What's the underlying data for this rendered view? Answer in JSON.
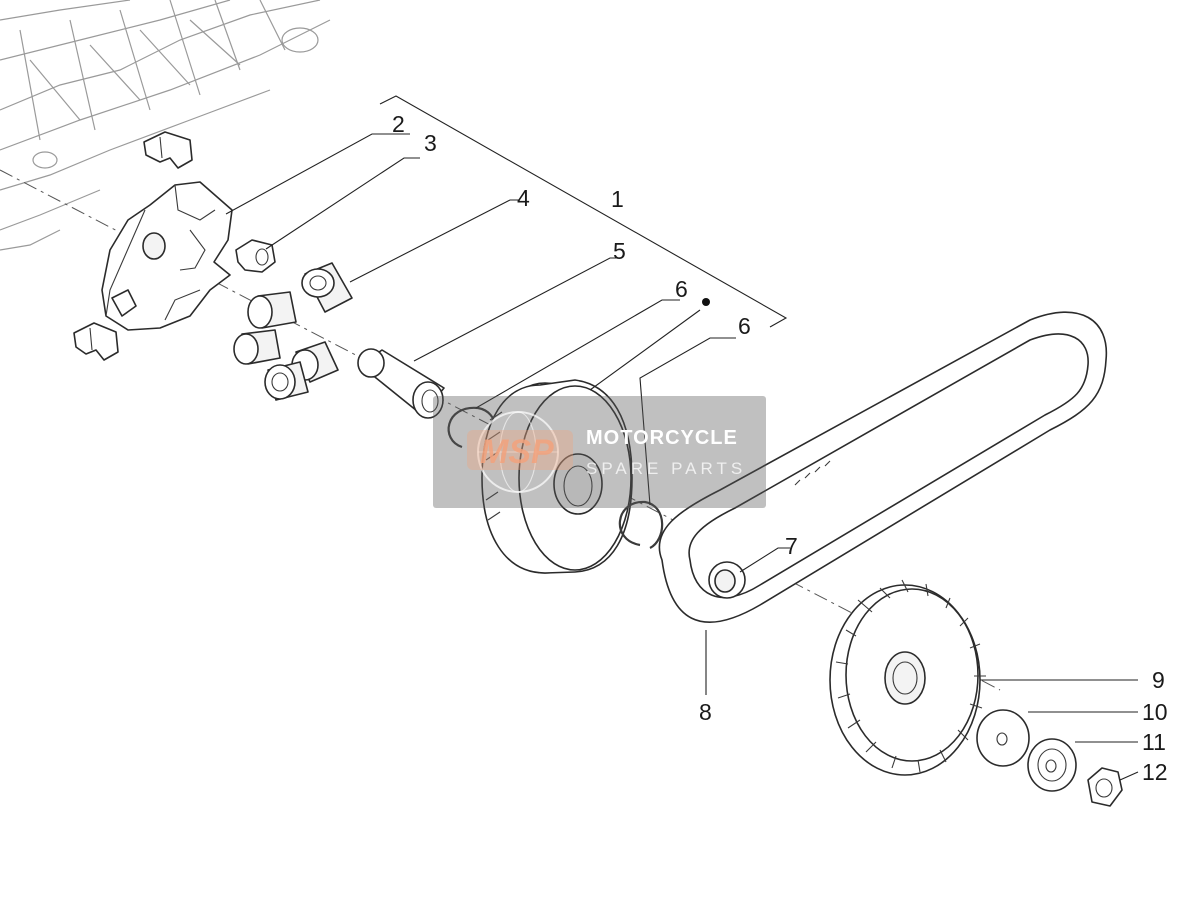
{
  "callouts": {
    "c1": "1",
    "c2": "2",
    "c3": "3",
    "c4": "4",
    "c5": "5",
    "c6a": "6",
    "c6b": "6",
    "c7": "7",
    "c8": "8",
    "c9": "9",
    "c10": "10",
    "c11": "11",
    "c12": "12"
  },
  "watermark": {
    "logo": "MSP",
    "title": "MOTORCYCLE",
    "subtitle": "SPARE PARTS"
  },
  "colors": {
    "watermark_bg": "#5a5a5a",
    "watermark_logo": "#f2a27c",
    "line": "#2b2b2b"
  }
}
